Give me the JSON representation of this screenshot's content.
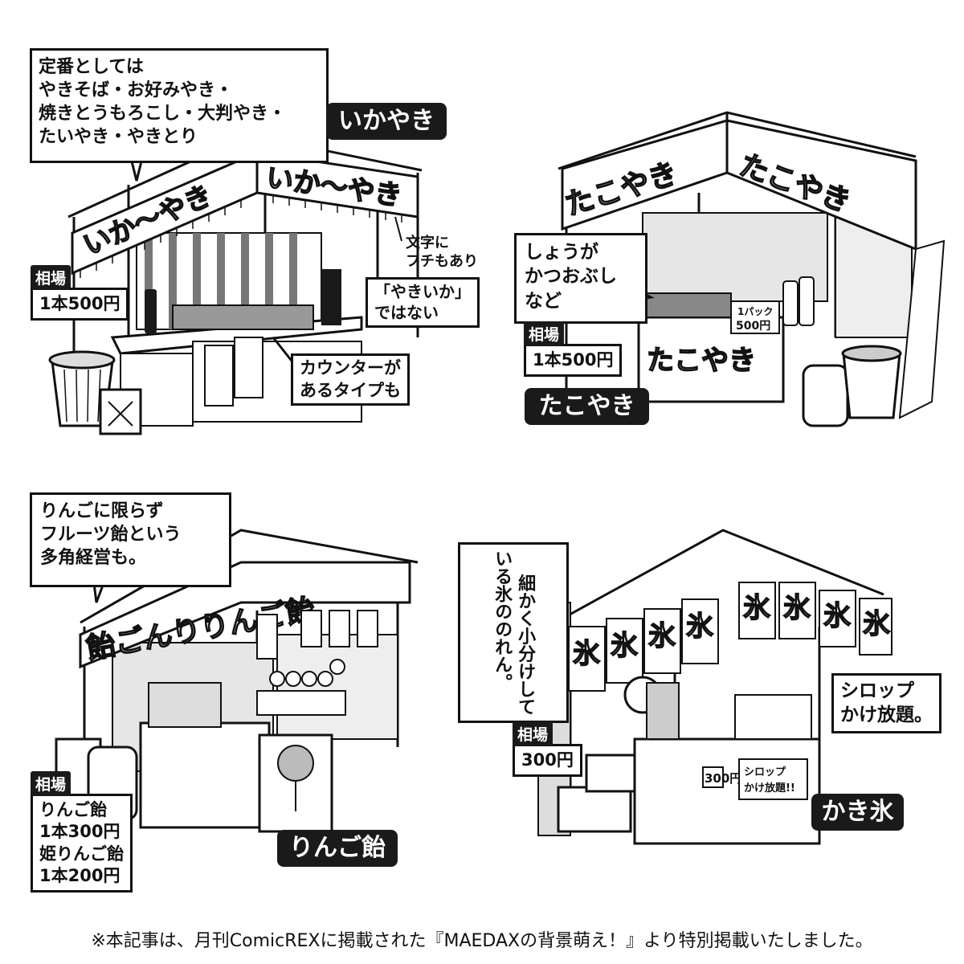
{
  "ikayaki": {
    "title": "いかやき",
    "bubble_main": "定番としては\nやきそば・お好みやき・\n焼きとうもろこし・大判やき・\nたいやき・やきとり",
    "price_head": "相場",
    "price_value": "1本500円",
    "note_outline": "文字に\nフチもあり",
    "note_not": "「やきいか」\nではない",
    "note_counter": "カウンターが\nあるタイプも",
    "banner_text": "いか〜やき"
  },
  "takoyaki": {
    "title": "たこやき",
    "bubble_main": "しょうが\nかつおぶし\nなど",
    "price_head": "相場",
    "price_value": "1本500円",
    "banner_text": "たこやき"
  },
  "ringoame": {
    "title": "りんご飴",
    "bubble_main": "りんごに限らず\nフルーツ飴という\n多角経営も。",
    "price_head": "相場",
    "price_value": "りんご飴\n1本300円\n姫りんご飴\n1本200円",
    "banner_text": "飴ごんりりんご飴"
  },
  "kakigori": {
    "title": "かき氷",
    "bubble_vertical": "細かく小分けして\nいる氷ののれん。",
    "bubble_syrup": "シロップ\nかけ放題。",
    "price_head": "相場",
    "price_value": "300円",
    "banner_text": "氷"
  },
  "footer_note": "※本記事は、月刊ComicREXに掲載された『MAEDAXの背景萌え！』より特別掲載いたしました。"
}
